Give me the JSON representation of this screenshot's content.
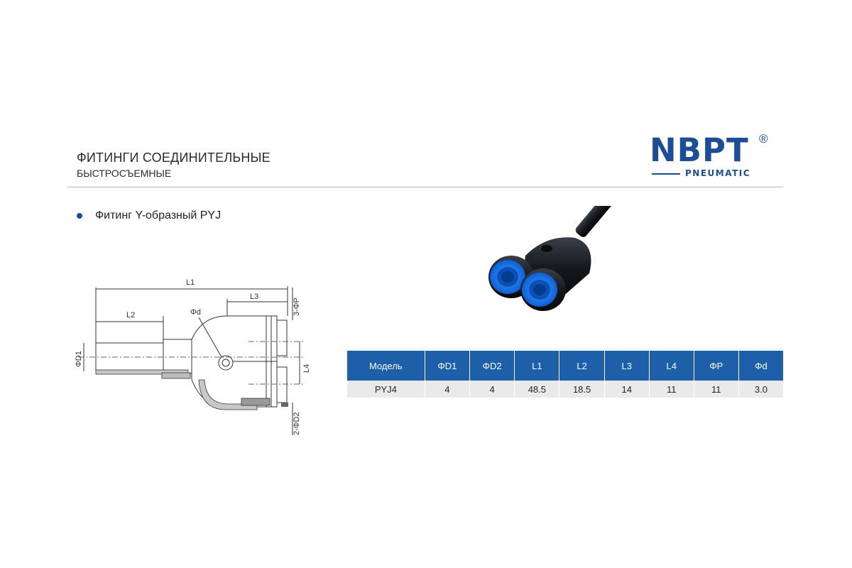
{
  "header": {
    "title": "ФИТИНГИ СОЕДИНИТЕЛЬНЫЕ",
    "subtitle": "БЫСТРОСЪЕМНЫЕ"
  },
  "logo": {
    "main": "NBPT",
    "registered": "®",
    "sub": "PNEUMATIC",
    "color": "#1b4e96"
  },
  "product": {
    "heading": "Фитинг Y-образный PYJ"
  },
  "drawing": {
    "labels": {
      "l1": "L1",
      "l2": "L2",
      "l3": "L3",
      "l4": "L4",
      "phi_d": "Φd",
      "phi_d1": "ΦD1",
      "three_phi_p": "3-ΦP",
      "two_phi_d2": "2-ΦD2"
    }
  },
  "spec_table": {
    "header_color": "#1e5faa",
    "columns": [
      "Модель",
      "ΦD1",
      "ΦD2",
      "L1",
      "L2",
      "L3",
      "L4",
      "ΦP",
      "Φd"
    ],
    "rows": [
      [
        "PYJ4",
        "4",
        "4",
        "48.5",
        "18.5",
        "14",
        "11",
        "11",
        "3.0"
      ]
    ]
  }
}
